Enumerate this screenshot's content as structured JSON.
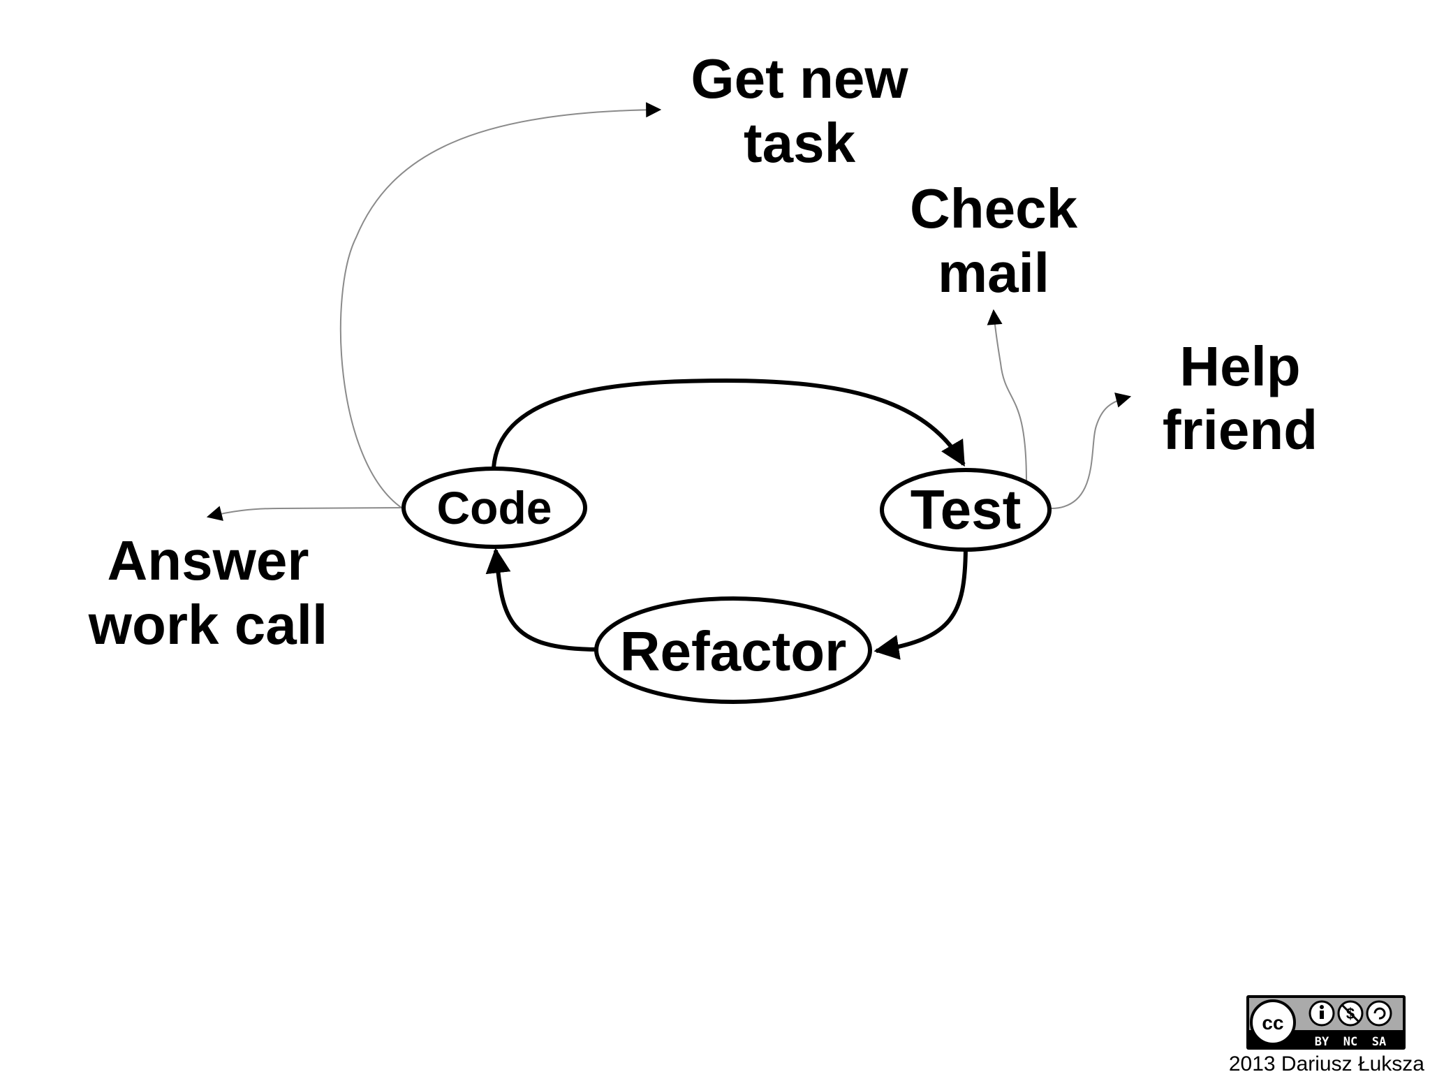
{
  "nodes": {
    "code": "Code",
    "test": "Test",
    "refactor": "Refactor"
  },
  "distractions": {
    "get_new_task": [
      "Get new",
      "task"
    ],
    "check_mail": [
      "Check",
      "mail"
    ],
    "help_friend": [
      "Help",
      "friend"
    ],
    "answer_work_call": [
      "Answer",
      "work call"
    ]
  },
  "license": {
    "icon": "cc-by-nc-sa-icon",
    "terms": [
      "BY",
      "NC",
      "SA"
    ]
  },
  "credit": "2013 Dariusz Łuksza",
  "colors": {
    "stroke": "#000000",
    "thin_stroke": "#8a8a8a",
    "badge_bg": "#000000",
    "badge_panel": "#aaaaaa"
  }
}
